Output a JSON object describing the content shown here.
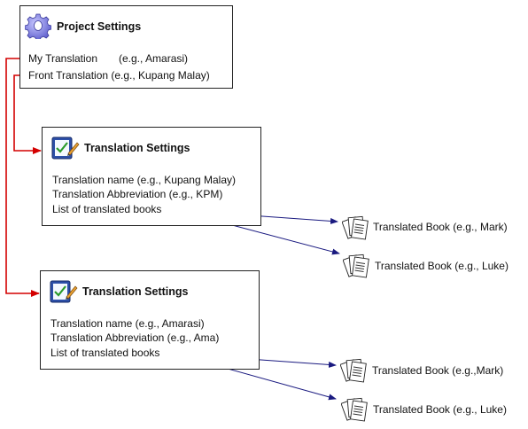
{
  "project": {
    "title": "Project Settings",
    "my_translation_label": "My Translation",
    "my_translation_example": "(e.g., Amarasi)",
    "front_translation": "Front Translation (e.g., Kupang Malay)"
  },
  "translations": [
    {
      "title": "Translation Settings",
      "name": "Translation name (e.g., Kupang Malay)",
      "abbreviation": "Translation Abbreviation (e.g., KPM)",
      "books_list": "List of translated books",
      "books": [
        "Translated Book (e.g., Mark)",
        "Translated Book (e.g., Luke)"
      ]
    },
    {
      "title": "Translation Settings",
      "name": "Translation name (e.g., Amarasi)",
      "abbreviation": "Translation Abbreviation (e.g., Ama)",
      "books_list": "List of translated books",
      "books": [
        "Translated Book (e.g.,Mark)",
        "Translated Book (e.g., Luke)"
      ]
    }
  ],
  "colors": {
    "project_link": "#d40000",
    "book_link": "#1a1a80",
    "border": "#222222"
  },
  "icons": {
    "project": "gear-icon",
    "translation": "checklist-pen-icon",
    "book": "document-stack-icon"
  }
}
